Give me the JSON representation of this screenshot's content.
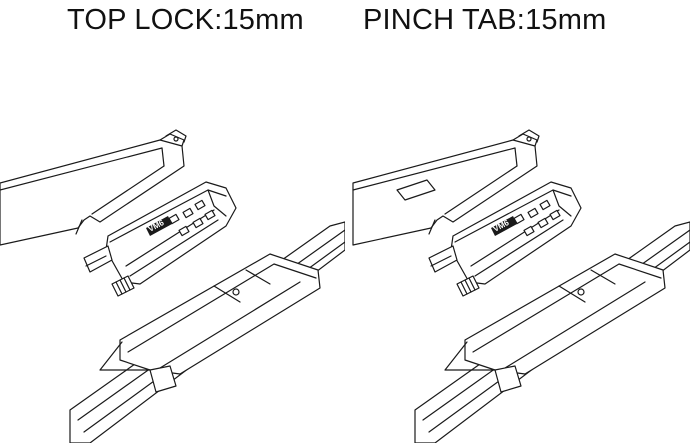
{
  "titles": {
    "left": "TOP LOCK:15mm",
    "right": "PINCH TAB:15mm"
  },
  "adapter_label": "VM6",
  "colors": {
    "line": "#1a1a1a",
    "background": "#ffffff"
  }
}
